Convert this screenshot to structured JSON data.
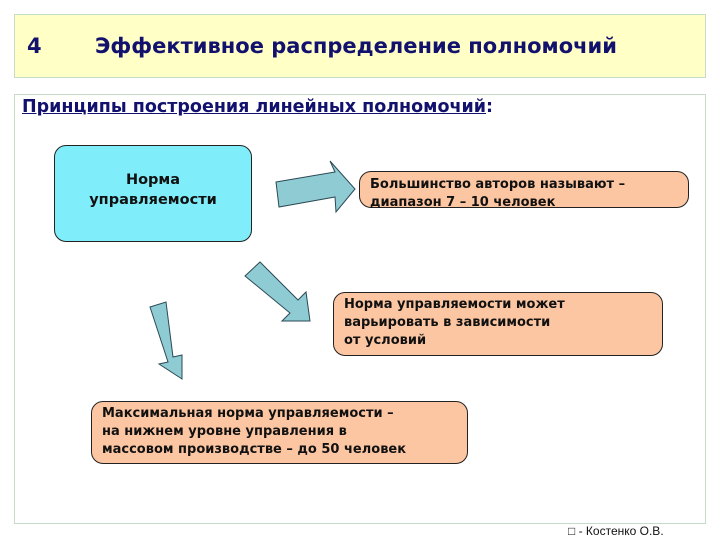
{
  "header": {
    "number": "4",
    "title": "Эффективное распределение полномочий"
  },
  "subtitle": {
    "text": "Принципы построения линейных полномочий",
    "suffix": ":"
  },
  "diagram": {
    "central_node": {
      "lines": [
        "Норма",
        "управляемости"
      ]
    },
    "nodes": [
      {
        "lines": [
          "Большинство авторов называют –",
          "диапазон 7 – 10 человек"
        ]
      },
      {
        "lines": [
          "Норма управляемости может",
          "варьировать в зависимости",
          "от условий"
        ]
      },
      {
        "lines": [
          "Максимальная норма управляемости –",
          "на нижнем уровне управления в",
          "массовом производстве – до 50 человек"
        ]
      }
    ]
  },
  "footer": {
    "text": "- Костенко О.В."
  },
  "colors": {
    "title_bg": "#ffffc6",
    "title_text": "#12126e",
    "central_fill": "#80eefa",
    "node_fill": "#fdc6a2",
    "arrow_fill": "#8fcbd3"
  }
}
